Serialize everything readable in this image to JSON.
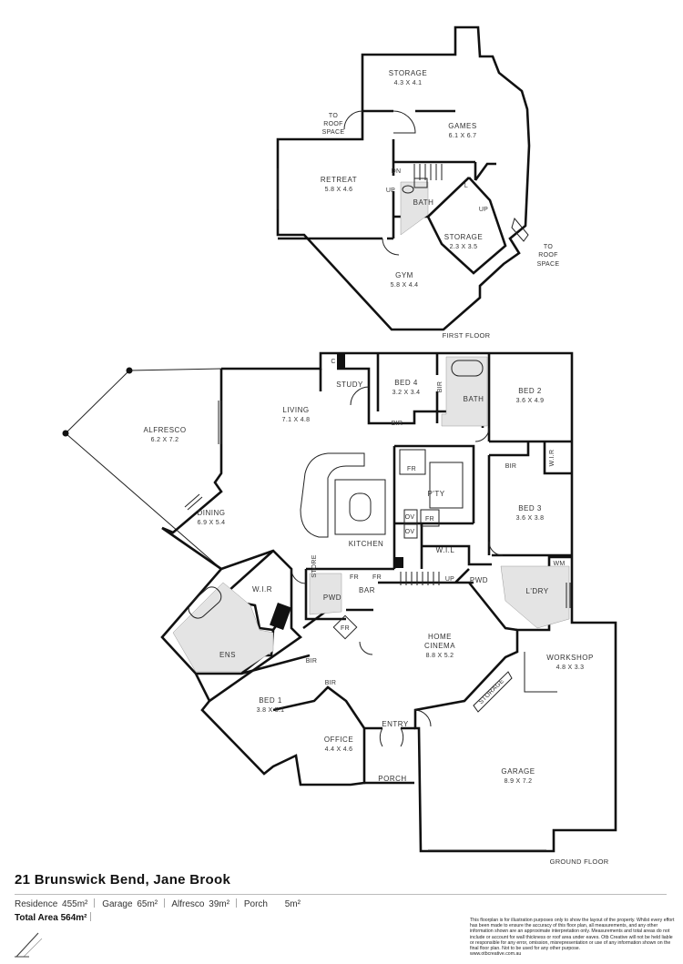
{
  "first_floor": {
    "label": "FIRST FLOOR",
    "rooms": {
      "storage": {
        "name": "STORAGE",
        "dims": "4.3 X 4.1"
      },
      "games": {
        "name": "GAMES",
        "dims": "6.1 X 6.7"
      },
      "retreat": {
        "name": "RETREAT",
        "dims": "5.8 X 4.6"
      },
      "bath": {
        "name": "BATH"
      },
      "storage2": {
        "name": "STORAGE",
        "dims": "2.3 X 3.5"
      },
      "gym": {
        "name": "GYM",
        "dims": "5.8 X 4.4"
      }
    },
    "markers": {
      "to_roof_1": "TO",
      "to_roof_1b": "ROOF",
      "to_roof_1c": "SPACE",
      "to_roof_2": "TO",
      "to_roof_2b": "ROOF",
      "to_roof_2c": "SPACE",
      "dn": "DN",
      "up_1": "UP",
      "up_2": "UP",
      "l": "L"
    }
  },
  "ground_floor": {
    "label": "GROUND FLOOR",
    "rooms": {
      "alfresco": {
        "name": "ALFRESCO",
        "dims": "6.2 X 7.2"
      },
      "living": {
        "name": "LIVING",
        "dims": "7.1 X 4.8"
      },
      "study": {
        "name": "STUDY"
      },
      "bed4": {
        "name": "BED 4",
        "dims": "3.2 X 3.4"
      },
      "bed2": {
        "name": "BED 2",
        "dims": "3.6 X 4.9"
      },
      "bath": {
        "name": "BATH"
      },
      "dining": {
        "name": "DINING",
        "dims": "6.9 X 5.4"
      },
      "kitchen": {
        "name": "KITCHEN"
      },
      "pty": {
        "name": "P'TY"
      },
      "bed3": {
        "name": "BED 3",
        "dims": "3.6 X 3.8"
      },
      "wil": {
        "name": "W.I.L"
      },
      "wir_bed2": {
        "name": "W.I.R"
      },
      "ldry": {
        "name": "L'DRY"
      },
      "pwd_1": {
        "name": "PWD"
      },
      "pwd_2": {
        "name": "PWD"
      },
      "bar": {
        "name": "BAR"
      },
      "wir_bed1": {
        "name": "W.I.R"
      },
      "ens": {
        "name": "ENS"
      },
      "home_cinema": {
        "name": "HOME",
        "name2": "CINEMA",
        "dims": "8.8 X 5.2"
      },
      "workshop": {
        "name": "WORKSHOP",
        "dims": "4.8 X 3.3"
      },
      "bed1": {
        "name": "BED 1",
        "dims": "3.8 X 5.1"
      },
      "office": {
        "name": "OFFICE",
        "dims": "4.4 X 4.6"
      },
      "entry": {
        "name": "ENTRY"
      },
      "porch": {
        "name": "PORCH"
      },
      "garage": {
        "name": "GARAGE",
        "dims": "8.9 X 7.2"
      },
      "storage": {
        "name": "STORAGE"
      }
    },
    "markers": {
      "c": "C",
      "bir_1": "BIR",
      "bir_2": "BIR",
      "bir_3": "BIR",
      "bir_4": "BIR",
      "bir_5": "BIR",
      "fr_1": "FR",
      "fr_2": "FR",
      "fr_3": "FR",
      "fr_4": "FR",
      "ov_1": "OV",
      "ov_2": "OV",
      "up": "UP",
      "wm": "WM",
      "store": "STORE"
    }
  },
  "footer": {
    "address": "21 Brunswick Bend, Jane Brook",
    "areas": [
      {
        "label": "Residence",
        "value": "455m²"
      },
      {
        "label": "Garage",
        "value": "65m²"
      },
      {
        "label": "Alfresco",
        "value": "39m²"
      },
      {
        "label": "Porch",
        "value": "5m²"
      }
    ],
    "total_label": "Total Area",
    "total_value": "564m²",
    "disclaimer": "This floorplan is for illustration purposes only to show the layout of the property. Whilst every effort has been made to ensure the accuracy of this floor plan, all measurements, and any other information shown are an approximate interpretation only. Measurements and total areas do not include or account for wall thickness or roof area under eaves. Otb Creative will not be held liable or responsible for any error, omission, misrepresentation or use of any information shown on the final floor plan. Not to be used for any other purpose.",
    "disclaimer_url": "www.otbcreative.com.au"
  },
  "colors": {
    "wall": "#111111",
    "wet_area": "#e4e4e4",
    "text": "#333333"
  }
}
